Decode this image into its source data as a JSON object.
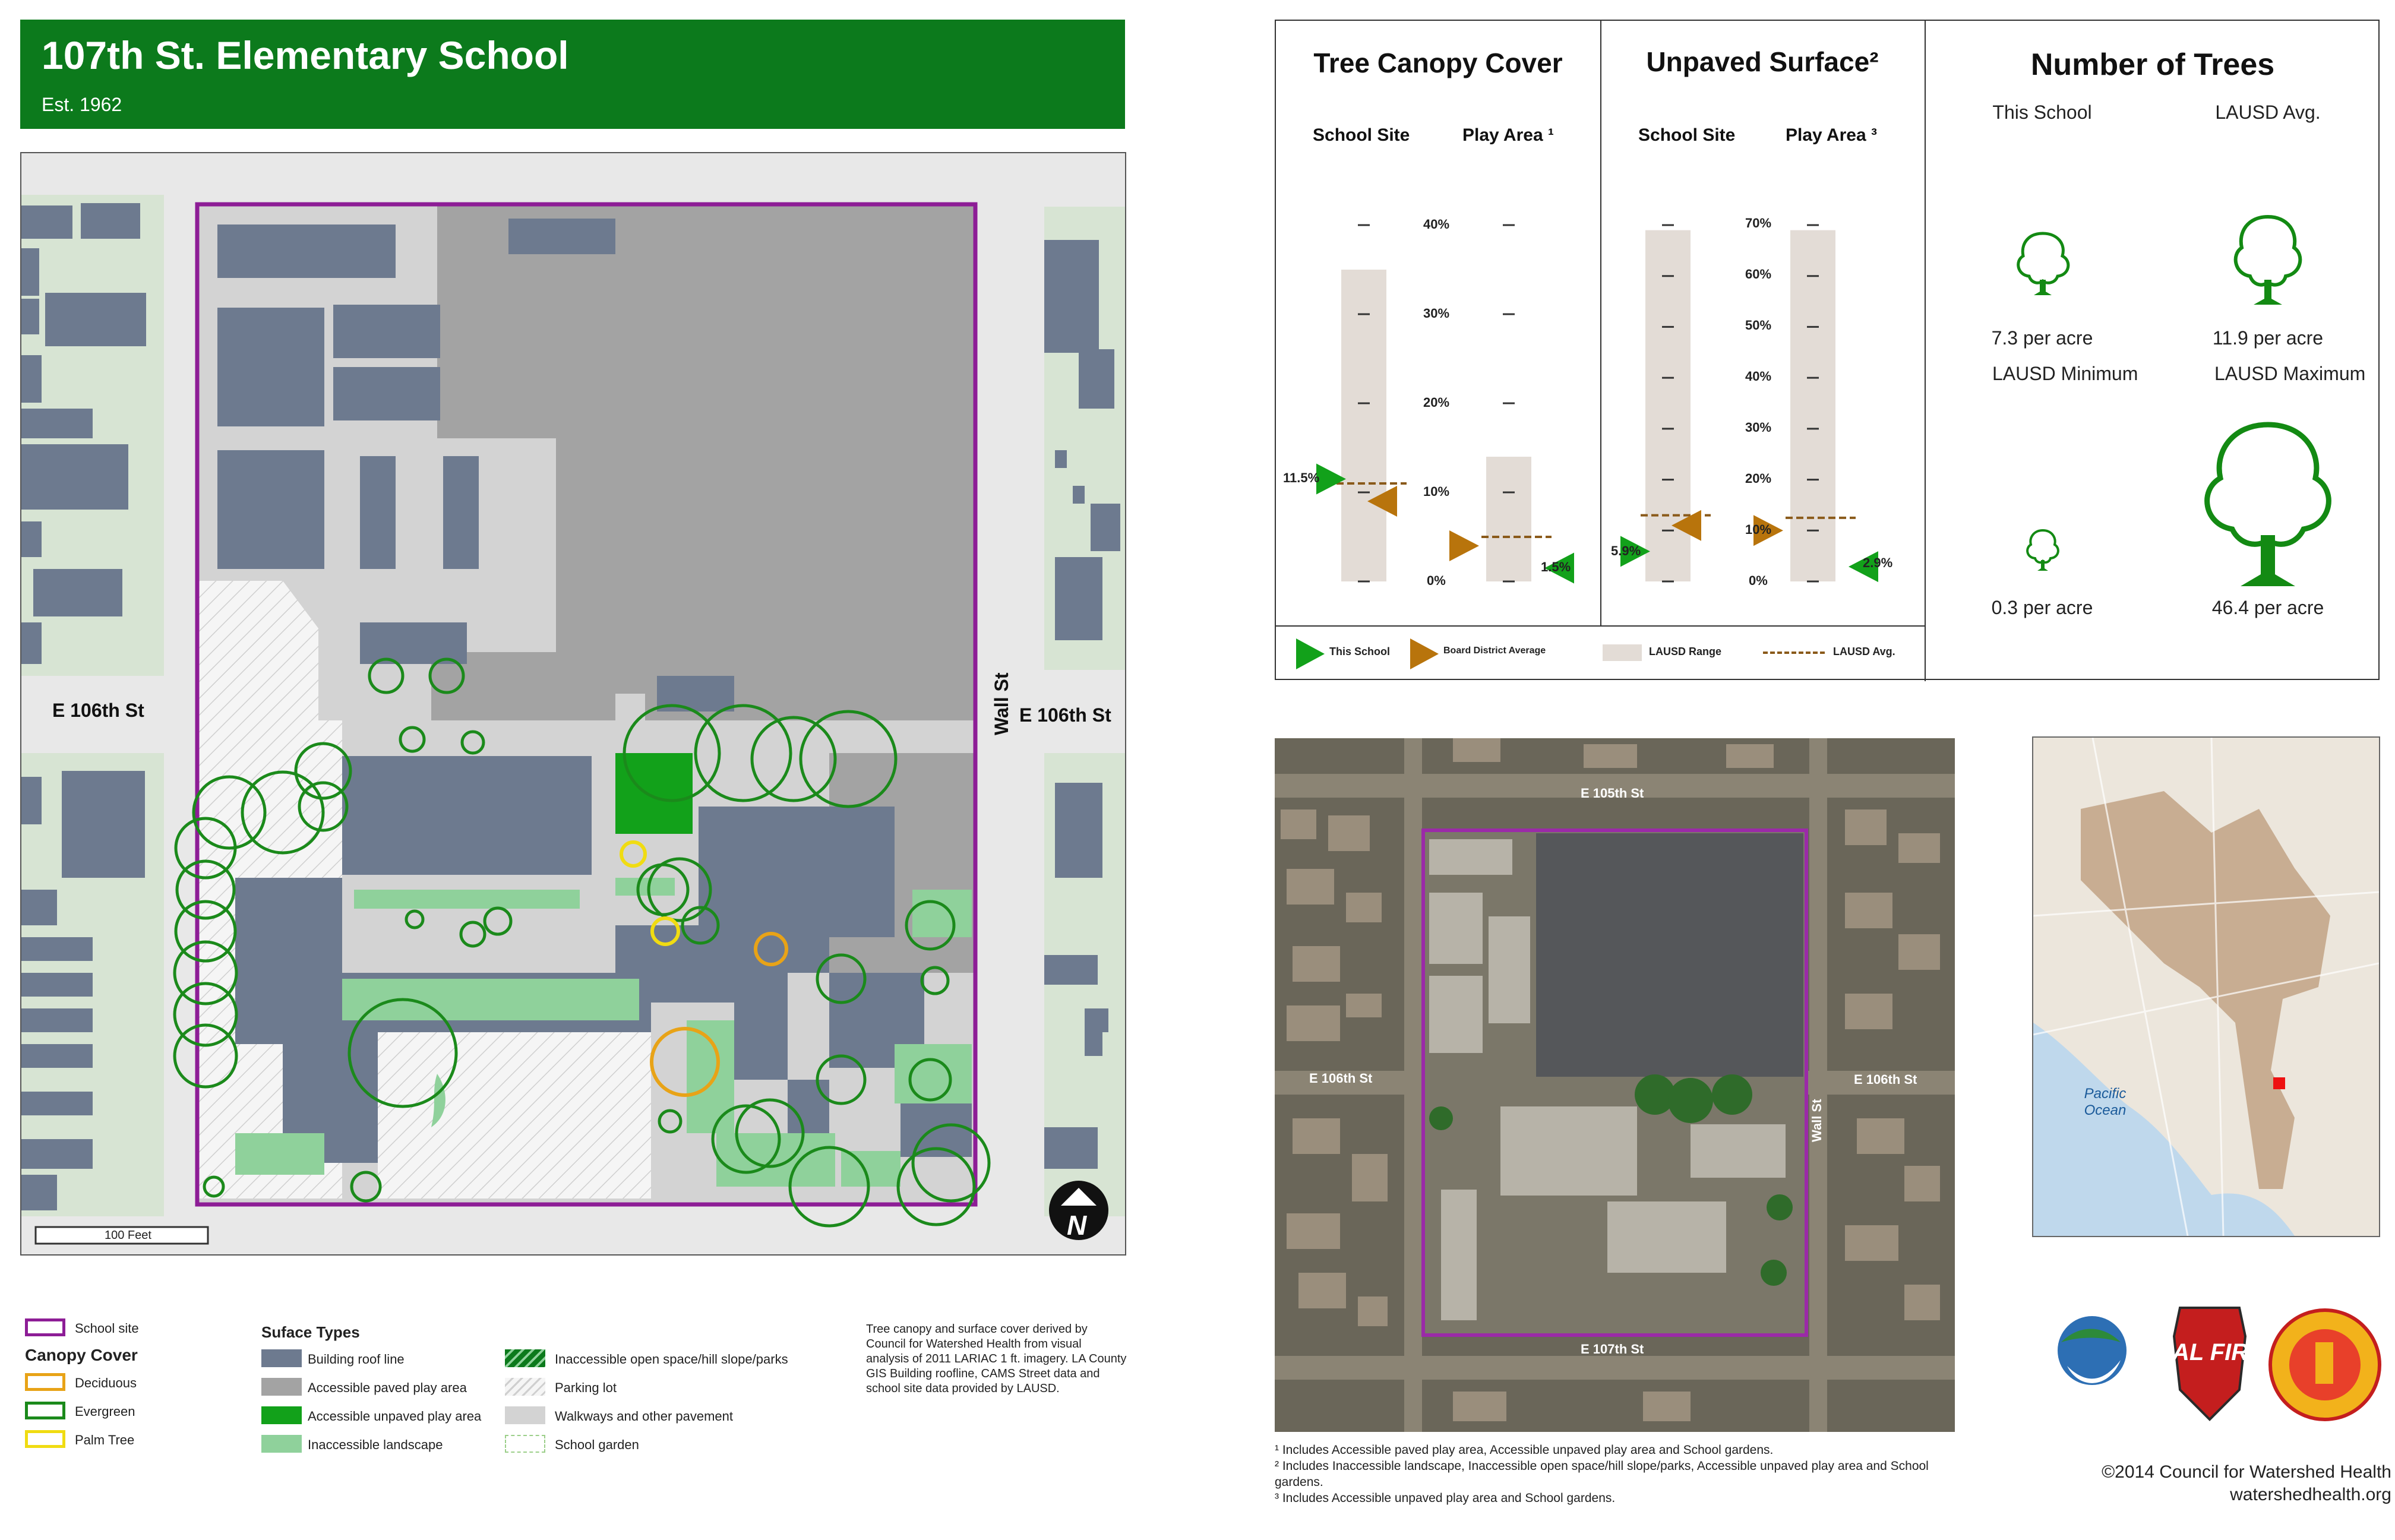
{
  "header": {
    "title": "107th St. Elementary School",
    "subtitle": "Est. 1962"
  },
  "map": {
    "streets": {
      "west": "E 106th St",
      "east_vertical": "Wall St",
      "east": "E 106th St"
    },
    "scale_label": "100 Feet",
    "north_label": "N"
  },
  "legend": {
    "school_site": "School site",
    "canopy_title": "Canopy Cover",
    "deciduous": "Deciduous",
    "evergreen": "Evergreen",
    "palm": "Palm Tree",
    "surface_title": "Suface Types",
    "surfaces": [
      {
        "label": "Building roof line",
        "color": "#6d7a8f"
      },
      {
        "label": "Accessible paved play area",
        "color": "#a3a3a3"
      },
      {
        "label": "Accessible unpaved play area",
        "color": "#12a11a"
      },
      {
        "label": "Inaccessible landscape",
        "color": "#8fd19b"
      },
      {
        "label": "Inaccessible open space/hill slope/parks",
        "color": "#0c7a1c"
      },
      {
        "label": "Parking lot",
        "color": "#f2f2f2"
      },
      {
        "label": "Walkways and other pavement",
        "color": "#d3d3d3"
      },
      {
        "label": "School garden",
        "color": "#ffffff"
      }
    ],
    "source_note": "Tree canopy and surface cover derived by Council for Watershed Health from visual analysis of 2011 LARIAC 1 ft. imagery. LA County GIS Building roofline, CAMS Street data and school site data provided by LAUSD."
  },
  "stats": {
    "canopy": {
      "title": "Tree Canopy Cover",
      "col1": "School Site",
      "col2": "Play Area ¹",
      "ticks": [
        "40%",
        "30%",
        "20%",
        "10%",
        "0%"
      ],
      "school_value": "11.5%",
      "play_value": "1.5%"
    },
    "unpaved": {
      "title": "Unpaved Surface²",
      "col1": "School Site",
      "col2": "Play Area ³",
      "ticks": [
        "70%",
        "60%",
        "50%",
        "40%",
        "30%",
        "20%",
        "10%",
        "0%"
      ],
      "school_value": "5.9%",
      "play_value": "2.9%"
    },
    "trees": {
      "title": "Number of Trees",
      "this_school": "This School",
      "lausd_avg": "LAUSD Avg.",
      "this_school_value": "7.3 per acre",
      "lausd_avg_value": "11.9 per acre",
      "lausd_min": "LAUSD Minimum",
      "lausd_max": "LAUSD Maximum",
      "lausd_min_value": "0.3 per acre",
      "lausd_max_value": "46.4 per acre"
    },
    "legend": {
      "this_school": "This School",
      "board_avg": "Board District Average",
      "range": "LAUSD Range",
      "avg": "LAUSD Avg."
    },
    "colors": {
      "school": "#12a11a",
      "district": "#b8740c",
      "range": "#e3dcd6",
      "avg": "#8a5a1a"
    }
  },
  "chart_data": [
    {
      "type": "bar",
      "title": "Tree Canopy Cover",
      "categories": [
        "School Site",
        "Play Area"
      ],
      "ylim": [
        0,
        40
      ],
      "series": [
        {
          "name": "This School",
          "values": [
            11.5,
            1.5
          ]
        }
      ],
      "board_district_average": [
        9,
        4
      ],
      "lausd_range": [
        [
          0,
          35
        ],
        [
          0,
          14
        ]
      ],
      "lausd_avg": [
        11,
        5
      ]
    },
    {
      "type": "bar",
      "title": "Unpaved Surface²",
      "categories": [
        "School Site",
        "Play Area"
      ],
      "ylim": [
        0,
        70
      ],
      "series": [
        {
          "name": "This School",
          "values": [
            5.9,
            2.9
          ]
        }
      ],
      "board_district_average": [
        11,
        10
      ],
      "lausd_range": [
        [
          0,
          69
        ],
        [
          0,
          69
        ]
      ],
      "lausd_avg": [
        13,
        12.5
      ]
    }
  ],
  "aerial": {
    "streets": [
      "E 105th St",
      "E 106th St",
      "E 106th St",
      "Wall St",
      "E 107th St"
    ]
  },
  "locator": {
    "ocean": "Pacific Ocean"
  },
  "footnotes": [
    "¹ Includes Accessible paved play area, Accessible unpaved play area and School gardens.",
    "² Includes Inaccessible landscape, Inaccessible open space/hill slope/parks, Accessible unpaved play area and School gardens.",
    "³ Includes Accessible unpaved play area and School gardens."
  ],
  "credits": {
    "copyright": "©2014 Council for Watershed Health",
    "url": "watershedhealth.org",
    "logo1": "Council for Watershed Health",
    "logo2": "CAL FIRE"
  }
}
